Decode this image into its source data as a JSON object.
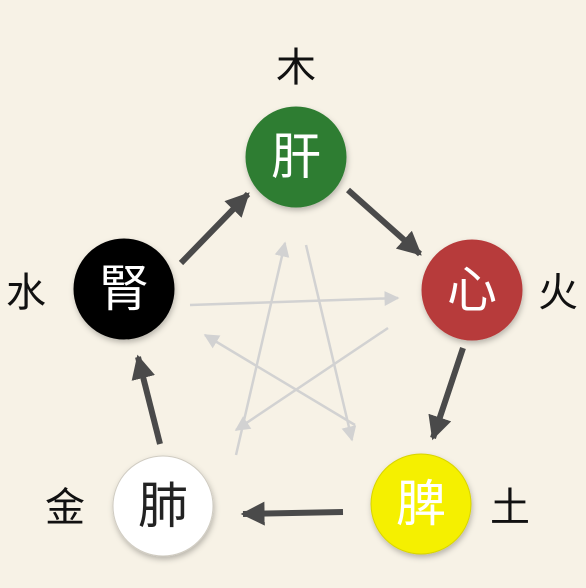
{
  "nodes": [
    {
      "key": "liver",
      "organ": "肝",
      "element": "木",
      "fill": "#2e7d32",
      "text_color": "#ffffff",
      "stroke": "#2e7d32"
    },
    {
      "key": "heart",
      "organ": "心",
      "element": "火",
      "fill": "#b73a3a",
      "text_color": "#ffffff",
      "stroke": "#b73a3a"
    },
    {
      "key": "spleen",
      "organ": "脾",
      "element": "土",
      "fill": "#f5f000",
      "text_color": "#ffffff",
      "stroke": "#d8d400"
    },
    {
      "key": "lung",
      "organ": "肺",
      "element": "金",
      "fill": "#ffffff",
      "text_color": "#222222",
      "stroke": "#d0ccc2"
    },
    {
      "key": "kidney",
      "organ": "腎",
      "element": "水",
      "fill": "#000000",
      "text_color": "#ffffff",
      "stroke": "#000000"
    }
  ],
  "colors": {
    "background": "#f7f2e6",
    "generating_arrow": "#4a4a4a",
    "controlling_arrow": "#d2d2d2"
  }
}
